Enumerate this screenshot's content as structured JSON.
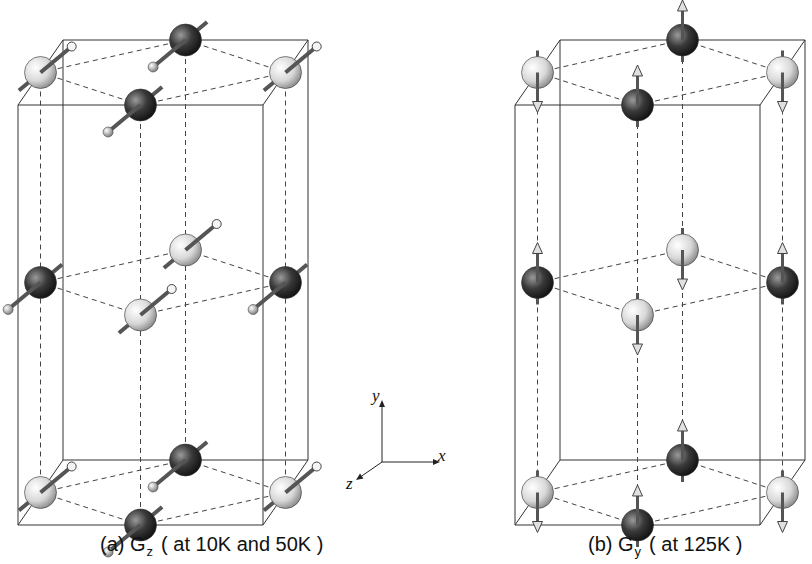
{
  "diagram": {
    "labels": [
      "y",
      "z",
      "x",
      "(a) G",
      "z",
      "( at 10K and 50K )",
      "(b) G",
      "y",
      "( at 125K )"
    ]
  }
}
